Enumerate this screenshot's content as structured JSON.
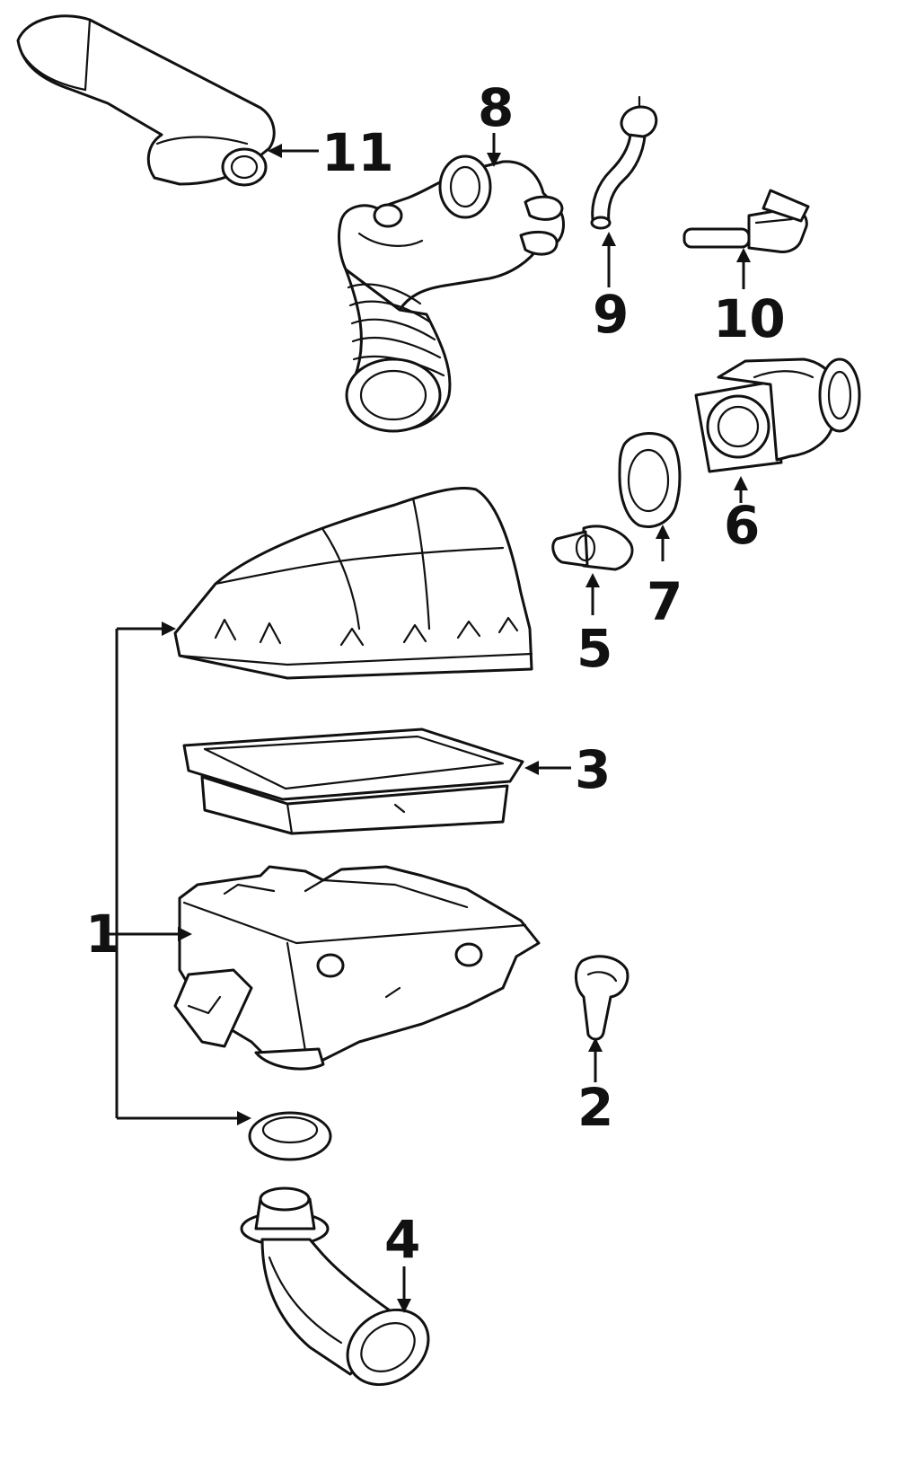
{
  "diagram": {
    "colors": {
      "line": "#111111",
      "background": "#ffffff"
    },
    "callouts": {
      "c1": "1",
      "c2": "2",
      "c3": "3",
      "c4": "4",
      "c5": "5",
      "c6": "6",
      "c7": "7",
      "c8": "8",
      "c9": "9",
      "c10": "10",
      "c11": "11"
    }
  }
}
